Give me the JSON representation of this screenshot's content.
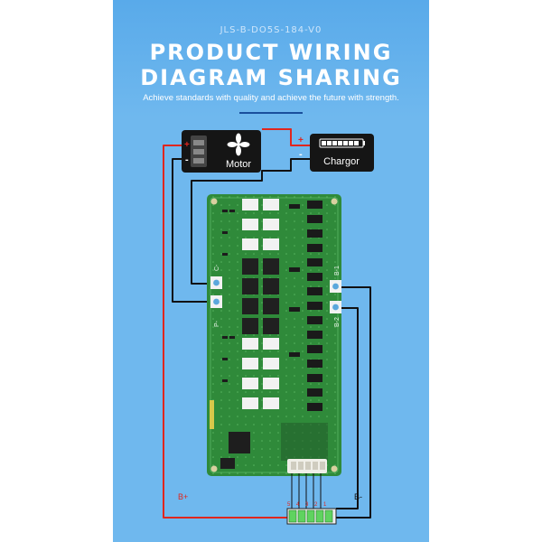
{
  "header": {
    "model_code": "JLS-B-DO5S-184-V0",
    "title_line1": "PRODUCT WIRING",
    "title_line2": "DIAGRAM SHARING",
    "tagline": "Achieve standards with quality and achieve the future with strength."
  },
  "devices": {
    "motor_label": "Motor",
    "charger_label": "Chargor",
    "plus_sign": "+",
    "minus_sign": "-"
  },
  "board": {
    "pad_left_top": "C-",
    "pad_left_bottom": "P-",
    "pad_right_top": "B-1",
    "pad_right_bottom": "B-2"
  },
  "battery": {
    "cell_numbers": [
      "5",
      "4",
      "3",
      "2",
      "1"
    ],
    "b_plus": "B+",
    "b_minus": "B-"
  },
  "colors": {
    "background": "#6fb8ee",
    "pcb": "#2f8a3a",
    "wire_red": "#e0261e",
    "wire_black": "#111111",
    "cell_green": "#5fd35f"
  }
}
